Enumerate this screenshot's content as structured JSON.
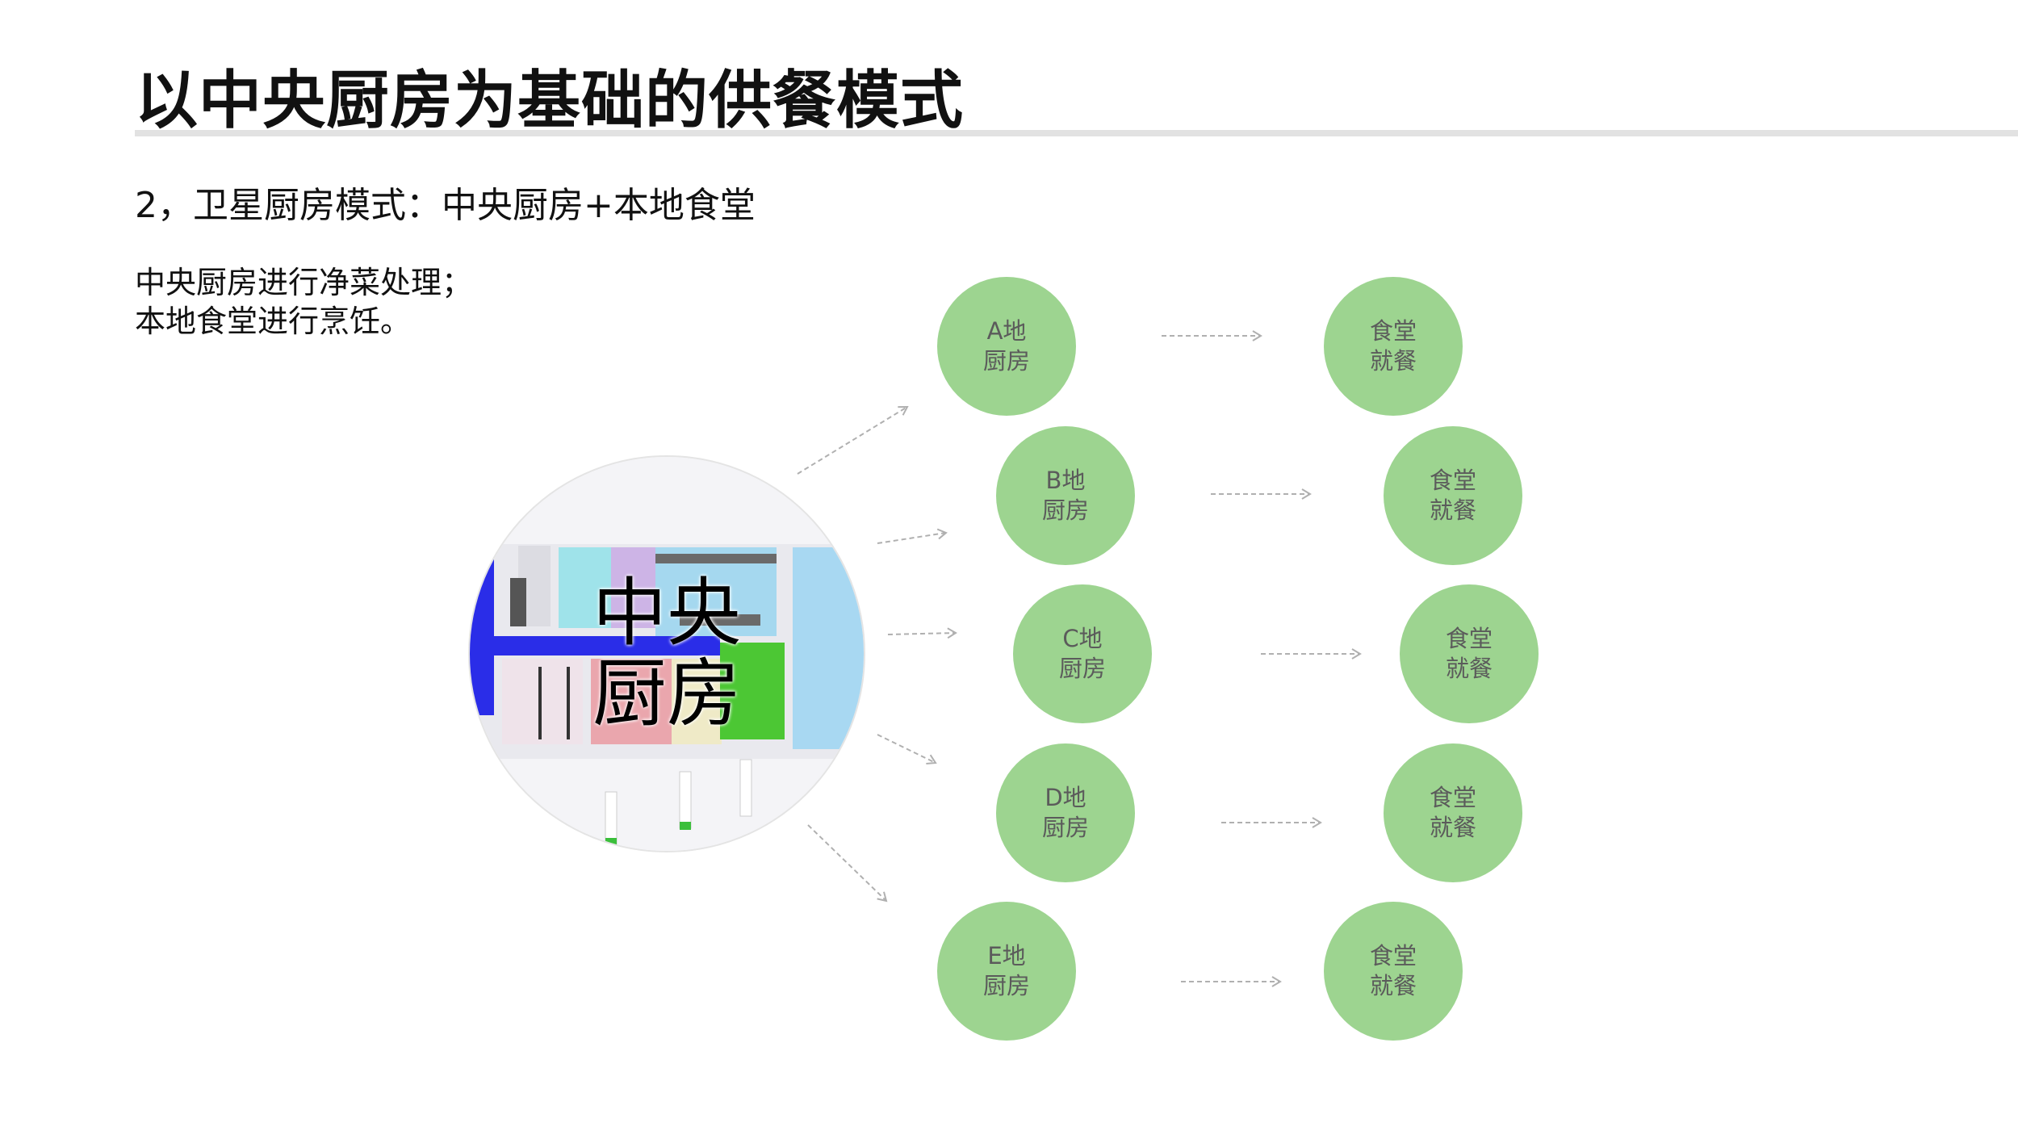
{
  "title": "以中央厨房为基础的供餐模式",
  "subtitle": "2，卫星厨房模式：中央厨房+本地食堂",
  "description": [
    "中央厨房进行净菜处理；",
    "本地食堂进行烹饪。"
  ],
  "hub": {
    "line1": "中央",
    "line2": "厨房"
  },
  "kitchens": [
    {
      "line1": "A地",
      "line2": "厨房"
    },
    {
      "line1": "B地",
      "line2": "厨房"
    },
    {
      "line1": "C地",
      "line2": "厨房"
    },
    {
      "line1": "D地",
      "line2": "厨房"
    },
    {
      "line1": "E地",
      "line2": "厨房"
    }
  ],
  "canteens": [
    {
      "line1": "食堂",
      "line2": "就餐"
    },
    {
      "line1": "食堂",
      "line2": "就餐"
    },
    {
      "line1": "食堂",
      "line2": "就餐"
    },
    {
      "line1": "食堂",
      "line2": "就餐"
    },
    {
      "line1": "食堂",
      "line2": "就餐"
    }
  ],
  "colors": {
    "node": "#9dd490",
    "arrow": "#b0b0b0",
    "rule": "#e2e2e2"
  }
}
